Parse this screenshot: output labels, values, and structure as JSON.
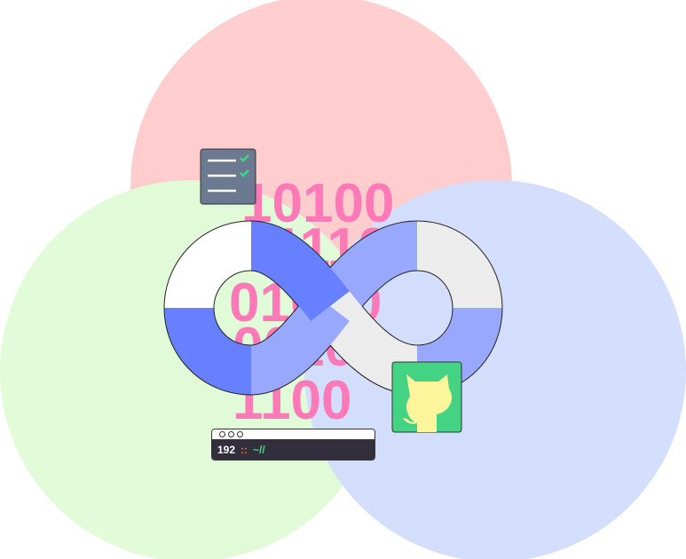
{
  "binary_lines": [
    "10100",
    "01110",
    "01010",
    "00101",
    "1100"
  ],
  "terminal": {
    "prompt_number": "192",
    "separator": "::",
    "path": "~//"
  },
  "icons": [
    "checklist-icon",
    "github-icon",
    "infinity-icon"
  ],
  "colors": {
    "circle_red": "#ffb8b8",
    "circle_green": "#d2f9c2",
    "circle_blue": "#c0d2fb",
    "binary": "#ff78b8",
    "github_bg": "#44d283"
  }
}
